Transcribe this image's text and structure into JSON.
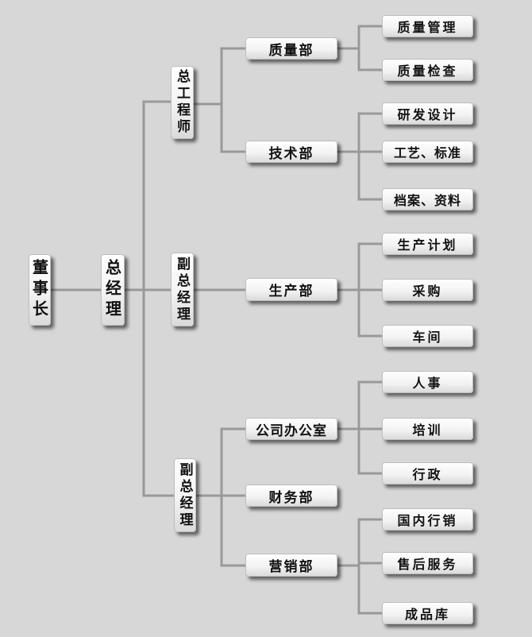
{
  "colors": {
    "background": "#d7d7d7",
    "line": "#999999",
    "node": "#f5f5f5"
  },
  "nodes": {
    "chairman": "董事长",
    "gm": "总经理",
    "chief_engineer": "总工程师",
    "deputy_gm_1": "副总经理",
    "deputy_gm_2": "副总经理",
    "quality_dept": "质量部",
    "tech_dept": "技术部",
    "production_dept": "生产部",
    "office_dept": "公司办公室",
    "finance_dept": "财务部",
    "sales_dept": "营销部",
    "leaf_quality_mgmt": "质量管理",
    "leaf_quality_check": "质量检查",
    "leaf_rd_design": "研发设计",
    "leaf_process_std": "工艺、标准",
    "leaf_archives": "档案、资料",
    "leaf_prod_plan": "生产计划",
    "leaf_purchase": "采购",
    "leaf_workshop": "车间",
    "leaf_hr": "人事",
    "leaf_training": "培训",
    "leaf_admin": "行政",
    "leaf_domestic_sales": "国内行销",
    "leaf_after_sales": "售后服务",
    "leaf_warehouse": "成品库"
  }
}
